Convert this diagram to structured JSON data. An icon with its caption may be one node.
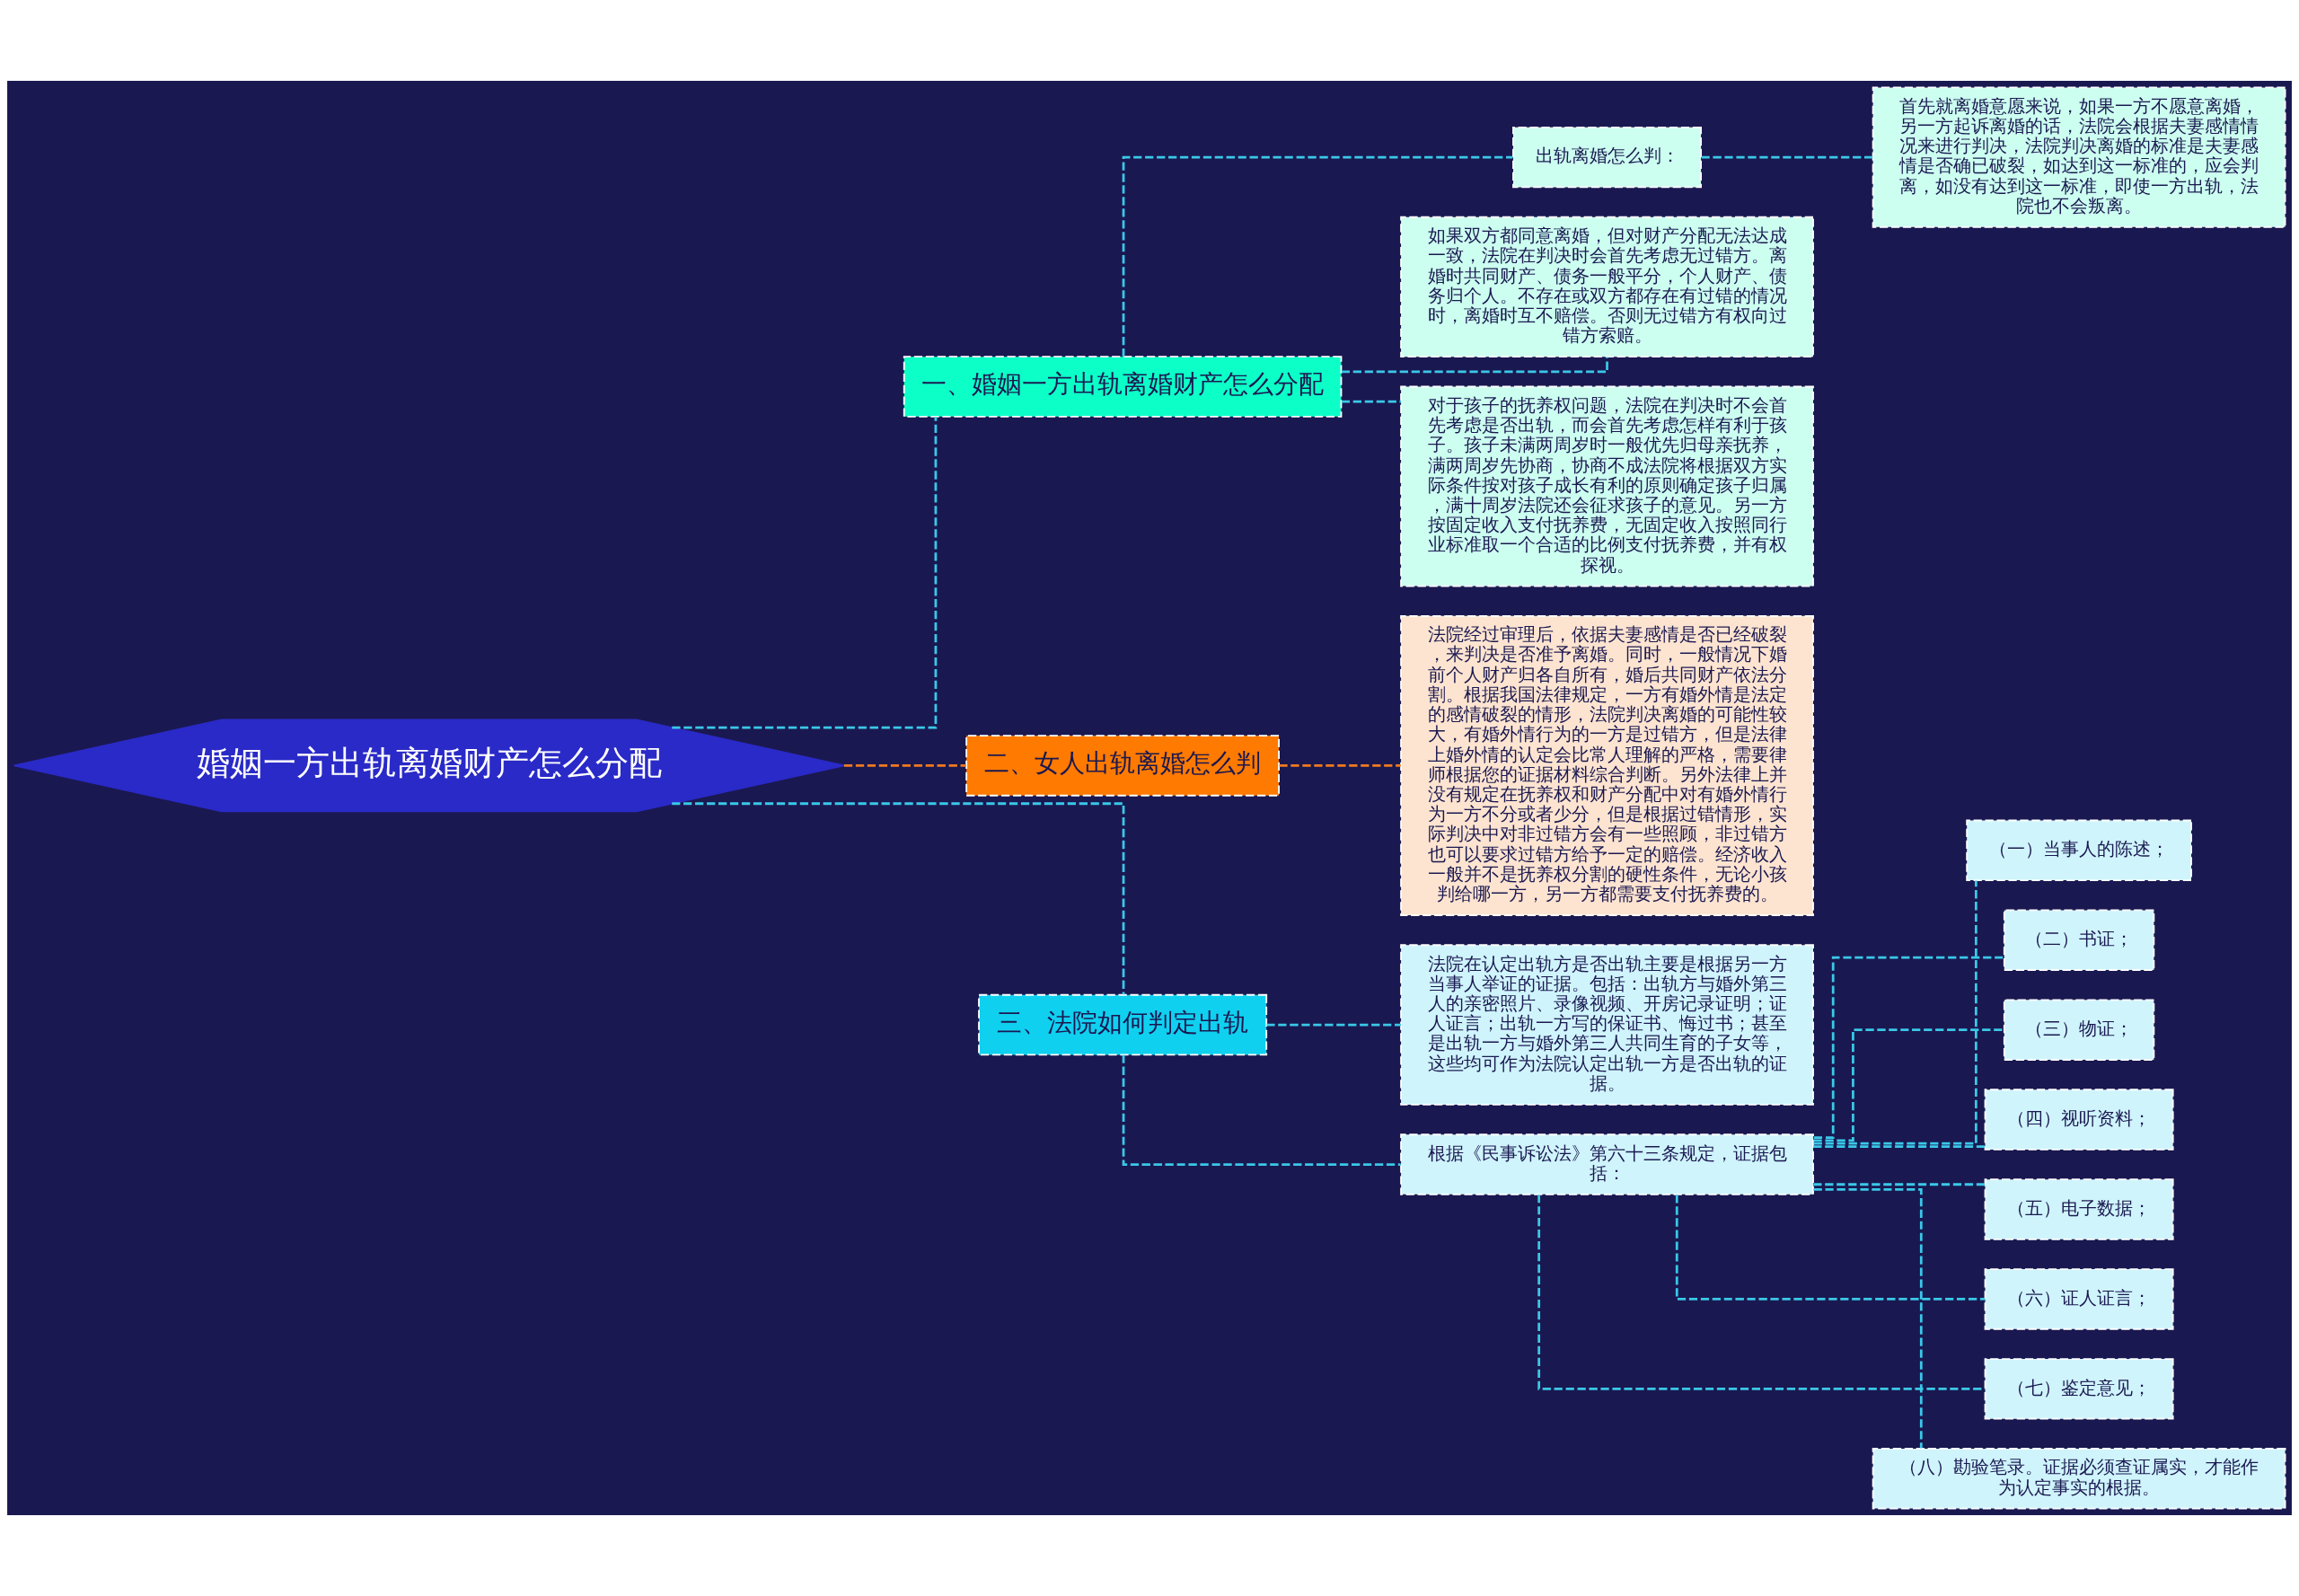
{
  "diagram": {
    "nodes": [
      {
        "text": [
          "婚姻一方出轨离婚财产怎么分配"
        ]
      },
      {
        "text": [
          "一、婚姻一方出轨离婚财产怎么分配"
        ]
      },
      {
        "text": [
          "出轨离婚怎么判："
        ]
      },
      {
        "text": [
          "首先就离婚意愿来说，如果一方不愿意离婚，另一方起诉离婚的话，法院会根据夫妻感情情况来进行判决，法院判决离婚的标准是夫妻感情是否确已破裂，如达到这一标准的，应会判离，如没有达到这一标准，即使一方出轨，法院也不会叛离。"
        ]
      },
      {
        "text": [
          "如果双方都同意离婚，但对财产分配无法达成一致，法院在判决时会首先考虑无过错方。离婚时共同财产、债务一般平分，个人财产、债务归个人。不存在或双方都存在有过错的情况时，离婚时互不赔偿。否则无过错方有权向过错方索赔。"
        ]
      },
      {
        "text": [
          "对于孩子的抚养权问题，法院在判决时不会首先考虑是否出轨，而会首先考虑怎样有利于孩子。孩子未满两周岁时一般优先归母亲抚养，满两周岁先协商，协商不成法院将根据双方实际条件按对孩子成长有利的原则确定孩子归属，满十周岁法院还会征求孩子的意见。另一方按固定收入支付抚养费，无固定收入按照同行业标准取一个合适的比例支付抚养费，并有权探视。"
        ]
      },
      {
        "text": [
          "二、女人出轨离婚怎么判"
        ]
      },
      {
        "text": [
          "法院经过审理后，依据夫妻感情是否已经破裂，来判决是否准予离婚。同时，一般情况下婚前个人财产归各自所有，婚后共同财产依法分割。根据我国法律规定，一方有婚外情是法定的感情破裂的情形，法院判决离婚的可能性较大，有婚外情行为的一方是过错方，但是法律上婚外情的认定会比常人理解的严格，需要律师根据您的证据材料综合判断。另外法律上并没有规定在抚养权和财产分配中对有婚外情行为一方不分或者少分，但是根据过错情形，实际判决中对非过错方会有一些照顾，非过错方也可以要求过错方给予一定的赔偿。经济收入一般并不是抚养权分割的硬性条件，无论小孩判给哪一方，另一方都需要支付抚养费的。"
        ]
      },
      {
        "text": [
          "三、法院如何判定出轨"
        ]
      },
      {
        "text": [
          "法院在认定出轨方是否出轨主要是根据另一方当事人举证的证据。包括：出轨方与婚外第三人的亲密照片、录像视频、开房记录证明；证人证言；出轨一方写的保证书、悔过书；甚至是出轨一方与婚外第三人共同生育的子女等，这些均可作为法院认定出轨一方是否出轨的证据。"
        ]
      },
      {
        "text": [
          "根据《民事诉讼法》第六十三条规定，证据包括："
        ]
      },
      {
        "text": [
          "（一）当事人的陈述；"
        ]
      },
      {
        "text": [
          "（二）书证；"
        ]
      },
      {
        "text": [
          "（三）物证；"
        ]
      },
      {
        "text": [
          "（四）视听资料；"
        ]
      },
      {
        "text": [
          "（五）电子数据；"
        ]
      },
      {
        "text": [
          "（六）证人证言；"
        ]
      },
      {
        "text": [
          "（七）鉴定意见；"
        ]
      },
      {
        "text": [
          "（八）勘验笔录。证据必须查证属实，才能作为认定事实的根据。"
        ]
      }
    ],
    "edges": [
      {
        "from": 0,
        "to": 1,
        "arrow": "none",
        "style": "dashed"
      },
      {
        "from": 1,
        "to": 2,
        "arrow": "none",
        "style": "dashed"
      },
      {
        "from": 2,
        "to": 3,
        "arrow": "none",
        "style": "dashed"
      },
      {
        "from": 1,
        "to": 4,
        "arrow": "none",
        "style": "dashed"
      },
      {
        "from": 1,
        "to": 5,
        "arrow": "none",
        "style": "dashed"
      },
      {
        "from": 0,
        "to": 6,
        "arrow": "none",
        "style": "dashed",
        "color": "#f07a1e"
      },
      {
        "from": 6,
        "to": 7,
        "arrow": "none",
        "style": "dashed",
        "color": "#f07a1e"
      },
      {
        "from": 0,
        "to": 8,
        "arrow": "none",
        "style": "dashed"
      },
      {
        "from": 8,
        "to": 9,
        "arrow": "none",
        "style": "dashed"
      },
      {
        "from": 8,
        "to": 10,
        "arrow": "none",
        "style": "dashed"
      },
      {
        "from": 10,
        "to": 11,
        "arrow": "none",
        "style": "dashed"
      },
      {
        "from": 10,
        "to": 12,
        "arrow": "none",
        "style": "dashed"
      },
      {
        "from": 10,
        "to": 13,
        "arrow": "none",
        "style": "dashed"
      },
      {
        "from": 10,
        "to": 14,
        "arrow": "none",
        "style": "dashed"
      },
      {
        "from": 10,
        "to": 15,
        "arrow": "none",
        "style": "dashed"
      },
      {
        "from": 10,
        "to": 16,
        "arrow": "none",
        "style": "dashed"
      },
      {
        "from": 10,
        "to": 17,
        "arrow": "none",
        "style": "dashed"
      },
      {
        "from": 10,
        "to": 18,
        "arrow": "none",
        "style": "dashed"
      }
    ]
  }
}
